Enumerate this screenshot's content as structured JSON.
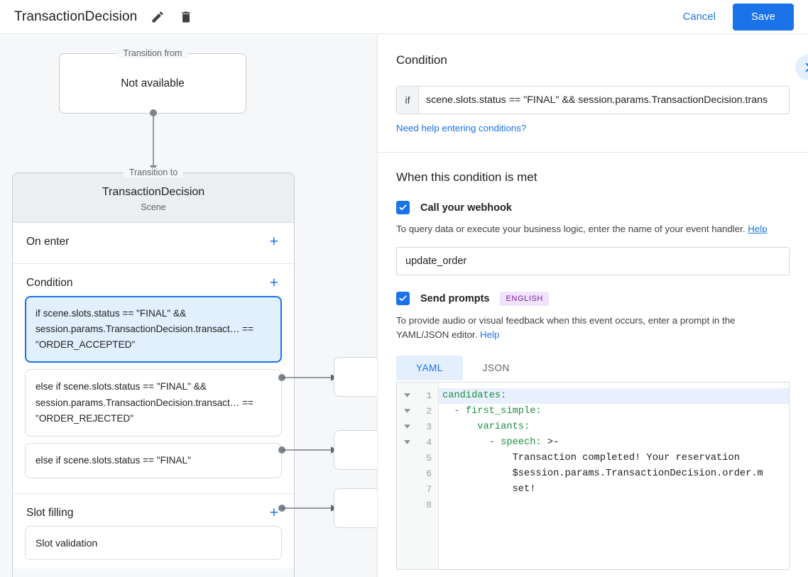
{
  "header": {
    "title": "TransactionDecision",
    "edit_icon": "pencil-icon",
    "delete_icon": "trash-icon",
    "cancel_label": "Cancel",
    "save_label": "Save"
  },
  "canvas": {
    "transition_from": {
      "legend": "Transition from",
      "value": "Not available"
    },
    "transition_to": {
      "legend": "Transition to",
      "name": "TransactionDecision",
      "type": "Scene"
    },
    "sections": [
      {
        "title": "On enter",
        "add": "+",
        "items": []
      },
      {
        "title": "Condition",
        "add": "+",
        "items": [
          {
            "text": "if scene.slots.status == \"FINAL\" && session.params.TransactionDecision.transact… == \"ORDER_ACCEPTED\"",
            "selected": true
          },
          {
            "text": "else if scene.slots.status == \"FINAL\" && session.params.TransactionDecision.transact… == \"ORDER_REJECTED\"",
            "selected": false
          },
          {
            "text": "else if scene.slots.status == \"FINAL\"",
            "selected": false
          }
        ]
      },
      {
        "title": "Slot filling",
        "add": "+",
        "items": [
          {
            "text": "Slot validation",
            "selected": false
          }
        ]
      }
    ]
  },
  "right_panel": {
    "condition_title": "Condition",
    "expand_icon": "chevron-right-icon",
    "if_label": "if",
    "condition_value": "scene.slots.status == \"FINAL\" && session.params.TransactionDecision.trans",
    "condition_help_link": "Need help entering conditions?",
    "when_met_title": "When this condition is met",
    "webhook": {
      "label": "Call your webhook",
      "checked": true,
      "help": "To query data or execute your business logic, enter the name of your event handler. ",
      "help_link": "Help",
      "value": "update_order"
    },
    "prompts": {
      "label": "Send prompts",
      "checked": true,
      "badge": "ENGLISH",
      "help": "To provide audio or visual feedback when this event occurs, enter a prompt in the YAML/JSON editor. ",
      "help_link": "Help",
      "tabs": [
        {
          "label": "YAML",
          "active": true
        },
        {
          "label": "JSON",
          "active": false
        }
      ],
      "editor": {
        "line_numbers": [
          "1",
          "2",
          "3",
          "4",
          "5",
          "6",
          "7",
          "8"
        ],
        "folds": [
          true,
          true,
          true,
          true,
          false,
          false,
          false,
          false
        ],
        "highlight_line": 1,
        "lines": [
          {
            "indent": 0,
            "keyword": "candidates:",
            "rest": ""
          },
          {
            "indent": 0,
            "keyword": "  - first_simple:",
            "rest": ""
          },
          {
            "indent": 0,
            "keyword": "      variants:",
            "rest": ""
          },
          {
            "indent": 0,
            "keyword": "        - speech:",
            "rest": " >-"
          },
          {
            "indent": 0,
            "keyword": "",
            "rest": "            Transaction completed! Your reservation"
          },
          {
            "indent": 0,
            "keyword": "",
            "rest": "            $session.params.TransactionDecision.order.m"
          },
          {
            "indent": 0,
            "keyword": "",
            "rest": "            set!"
          },
          {
            "indent": 0,
            "keyword": "",
            "rest": ""
          }
        ]
      }
    }
  },
  "colors": {
    "accent": "#1a73e8",
    "selected_card_bg": "#e2effc",
    "badge_bg": "#f0e3fb",
    "badge_fg": "#7b1fa2",
    "yaml_key": "#1e8e3e",
    "canvas_bg": "#f6f7f9"
  }
}
